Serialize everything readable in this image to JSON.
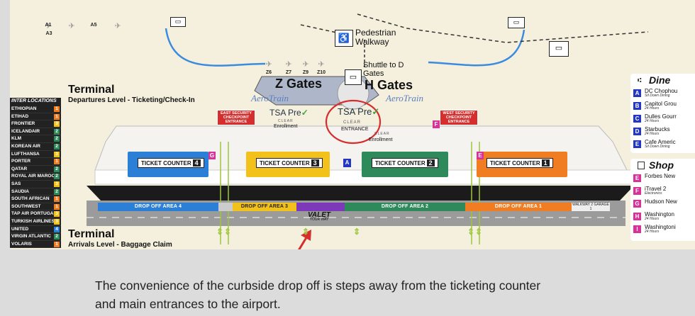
{
  "map": {
    "departures": {
      "title": "Terminal",
      "subtitle": "Departures Level - Ticketing/Check-In"
    },
    "arrivals": {
      "title": "Terminal",
      "subtitle": "Arrivals Level - Baggage Claim"
    },
    "gates_top": [
      "A1",
      "A3",
      "A5"
    ],
    "z_gates": {
      "label": "Z Gates",
      "gates": [
        "Z6",
        "Z7",
        "Z9",
        "Z10"
      ]
    },
    "h_gates": {
      "label": "H Gates"
    },
    "pedestrian_walkway": "Pedestrian Walkway",
    "shuttle": "Shuttle to D Gates",
    "aerotrain": "AeroTrain",
    "tsa_enrollment": {
      "label": "TSA Pre",
      "sublabel": "Enrollment",
      "clear": "CLEAR"
    },
    "tsa_entrance": {
      "label": "TSA Pre",
      "clear": "CLEAR",
      "sublabel": "ENTRANCE"
    },
    "clear_enrollment": {
      "clear": "CLEAR",
      "sublabel": "Enrollment"
    },
    "east_security": "EAST SECURITY CHECKPOINT ENTRANCE",
    "west_security": "WEST SECURITY CHECKPOINT ENTRANCE",
    "counters": [
      {
        "label": "TICKET COUNTER",
        "num": "4",
        "color": "#2b7fd6"
      },
      {
        "label": "TICKET COUNTER",
        "num": "3",
        "color": "#f2c21b"
      },
      {
        "label": "TICKET COUNTER",
        "num": "2",
        "color": "#2e8a5a"
      },
      {
        "label": "TICKET COUNTER",
        "num": "1",
        "color": "#f07d22"
      }
    ],
    "dropoff": [
      {
        "label": "DROP OFF AREA 4",
        "color": "#2b7fd6"
      },
      {
        "label": "DROP OFF AREA 3",
        "color": "#f2c21b"
      },
      {
        "label": "",
        "color": "#7c3ab8"
      },
      {
        "label": "DROP OFF AREA 2",
        "color": "#2e8a5a"
      },
      {
        "label": "DROP OFF AREA 1",
        "color": "#f07d22"
      }
    ],
    "valet": "VALET",
    "valet_sub": "YOUR WAY",
    "walkway_sign": "WALKWAY 2 GARAGE 1",
    "counter_badges": {
      "g": "G",
      "f": "F",
      "e": "E",
      "a": "A"
    },
    "airlines_header": "INTER LOCATIONS",
    "airlines": [
      {
        "name": "ETHIOPIAN",
        "level": "1",
        "color": "#f07d22"
      },
      {
        "name": "ETIHAD",
        "level": "1",
        "color": "#f07d22"
      },
      {
        "name": "FRONTIER",
        "level": "3",
        "color": "#f2c21b"
      },
      {
        "name": "ICELANDAIR",
        "level": "2",
        "color": "#2e8a5a"
      },
      {
        "name": "KLM",
        "level": "2",
        "color": "#2e8a5a"
      },
      {
        "name": "KOREAN AIR",
        "level": "2",
        "color": "#2e8a5a"
      },
      {
        "name": "LUFTHANSA",
        "level": "3",
        "color": "#f2c21b"
      },
      {
        "name": "PORTER",
        "level": "1",
        "color": "#f07d22"
      },
      {
        "name": "QATAR",
        "level": "2",
        "color": "#2e8a5a"
      },
      {
        "name": "ROYAL AIR MAROC",
        "level": "2",
        "color": "#2e8a5a"
      },
      {
        "name": "SAS",
        "level": "3",
        "color": "#f2c21b"
      },
      {
        "name": "SAUDIA",
        "level": "2",
        "color": "#2e8a5a"
      },
      {
        "name": "SOUTH AFRICAN",
        "level": "1",
        "color": "#f07d22"
      },
      {
        "name": "SOUTHWEST",
        "level": "1",
        "color": "#f07d22"
      },
      {
        "name": "TAP AIR PORTUGAL",
        "level": "3",
        "color": "#f2c21b"
      },
      {
        "name": "TURKISH AIRLINES",
        "level": "3",
        "color": "#f2c21b"
      },
      {
        "name": "UNITED",
        "level": "4",
        "color": "#2b7fd6"
      },
      {
        "name": "VIRGIN ATLANTIC",
        "level": "2",
        "color": "#2e8a5a"
      },
      {
        "name": "VOLARIS",
        "level": "1",
        "color": "#f07d22"
      }
    ]
  },
  "legend": {
    "dine": {
      "heading": "Dine",
      "items": [
        {
          "badge": "A",
          "name": "DC Chophou",
          "note": "Sit Down Dining"
        },
        {
          "badge": "B",
          "name": "Capitol Grou",
          "note": "24 Hours"
        },
        {
          "badge": "C",
          "name": "Dulles Gourr",
          "note": "24 Hours"
        },
        {
          "badge": "D",
          "name": "Starbucks",
          "note": "24 Hours"
        },
        {
          "badge": "E",
          "name": "Cafe Americ",
          "note": "Sit Down Dining"
        }
      ]
    },
    "shop": {
      "heading": "Shop",
      "items": [
        {
          "badge": "E",
          "name": "Forbes New",
          "note": ""
        },
        {
          "badge": "F",
          "name": "iTravel 2",
          "note": "Electronics"
        },
        {
          "badge": "G",
          "name": "Hudson New",
          "note": ""
        },
        {
          "badge": "H",
          "name": "Washington",
          "note": "24 Hours"
        },
        {
          "badge": "I",
          "name": "Washingtoni",
          "note": "24 Hours"
        }
      ]
    }
  },
  "caption": {
    "line1": "The convenience of the curbside drop off is steps away from the ticketing counter",
    "line2": "and main entrances to the airport."
  },
  "colors": {
    "dine": "#2337c4",
    "shop": "#d8329a",
    "annotation": "#d62d2d",
    "route": "#3a8be0",
    "zgates": "#aeb7c9"
  }
}
